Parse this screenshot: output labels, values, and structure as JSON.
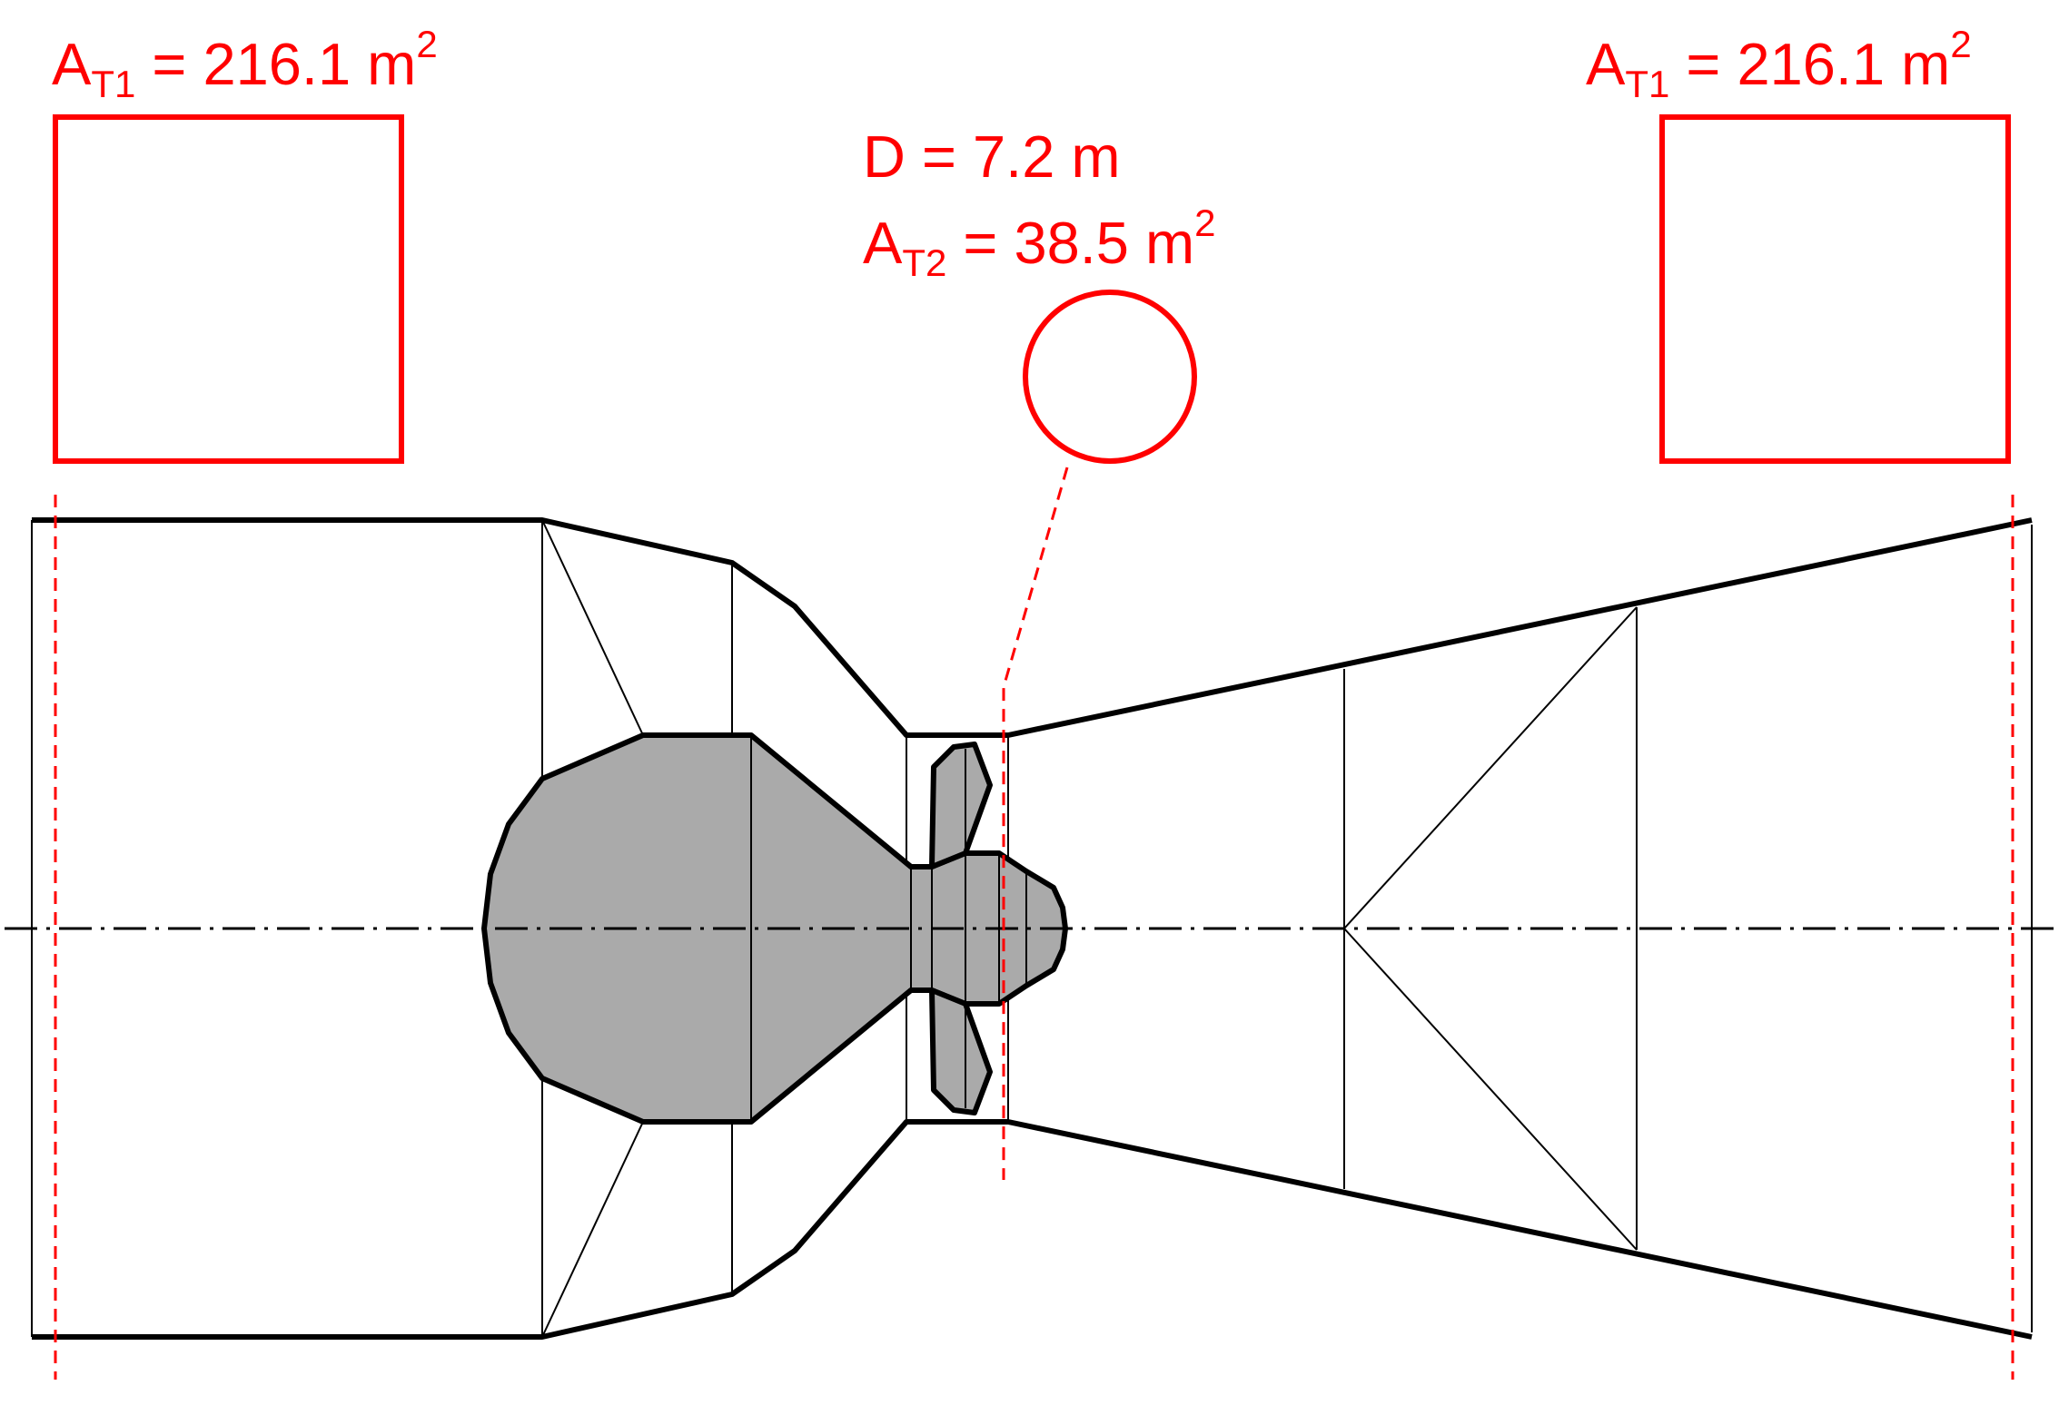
{
  "colors": {
    "annotation": "#ff0000",
    "outline": "#000000",
    "nacelle_fill": "#aaaaaa",
    "background": "#ffffff"
  },
  "labels": {
    "inlet_area": {
      "main": "A",
      "sub": "T1",
      "eq": " = 216.1 m",
      "sup": "2"
    },
    "outlet_area": {
      "main": "A",
      "sub": "T1",
      "eq": " = 216.1 m",
      "sup": "2"
    },
    "rotor_diameter": {
      "text": "D = 7.2 m"
    },
    "rotor_area": {
      "main": "A",
      "sub": "T2",
      "eq": " = 38.5 m",
      "sup": "2"
    }
  }
}
